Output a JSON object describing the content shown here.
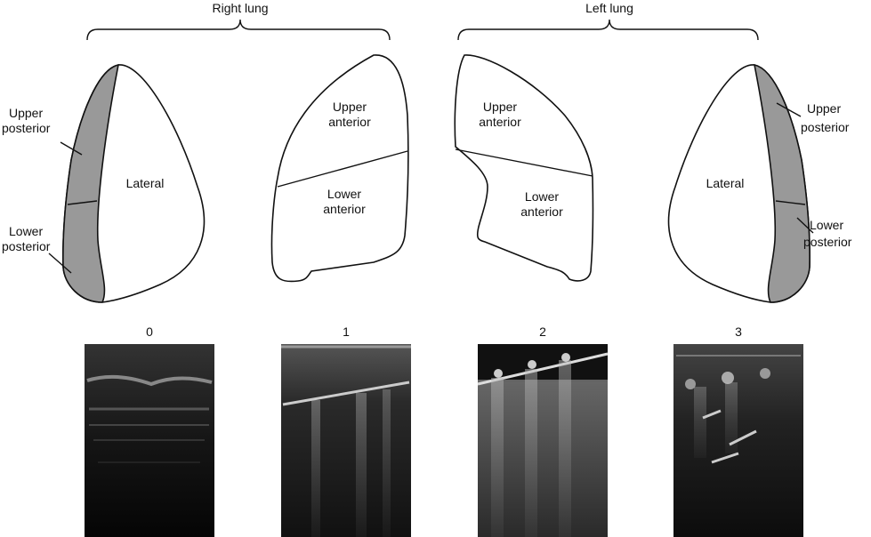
{
  "brackets": {
    "right": "Right lung",
    "left": "Left lung"
  },
  "right_lateral": {
    "upper": [
      "Upper",
      "posterior"
    ],
    "lower": [
      "Lower",
      "posterior"
    ],
    "lateral": "Lateral"
  },
  "right_anterior": {
    "upper": [
      "Upper",
      "anterior"
    ],
    "lower": [
      "Lower",
      "anterior"
    ]
  },
  "left_anterior": {
    "upper": [
      "Upper",
      "anterior"
    ],
    "lower": [
      "Lower",
      "anterior"
    ]
  },
  "left_lateral": {
    "upper": [
      "Upper",
      "posterior"
    ],
    "lower": [
      "Lower",
      "posterior"
    ],
    "lateral": "Lateral"
  },
  "scores": [
    "0",
    "1",
    "2",
    "3"
  ],
  "colors": {
    "posterior_fill": "#999999",
    "ultrasound_bg": "#0a0a0a"
  }
}
